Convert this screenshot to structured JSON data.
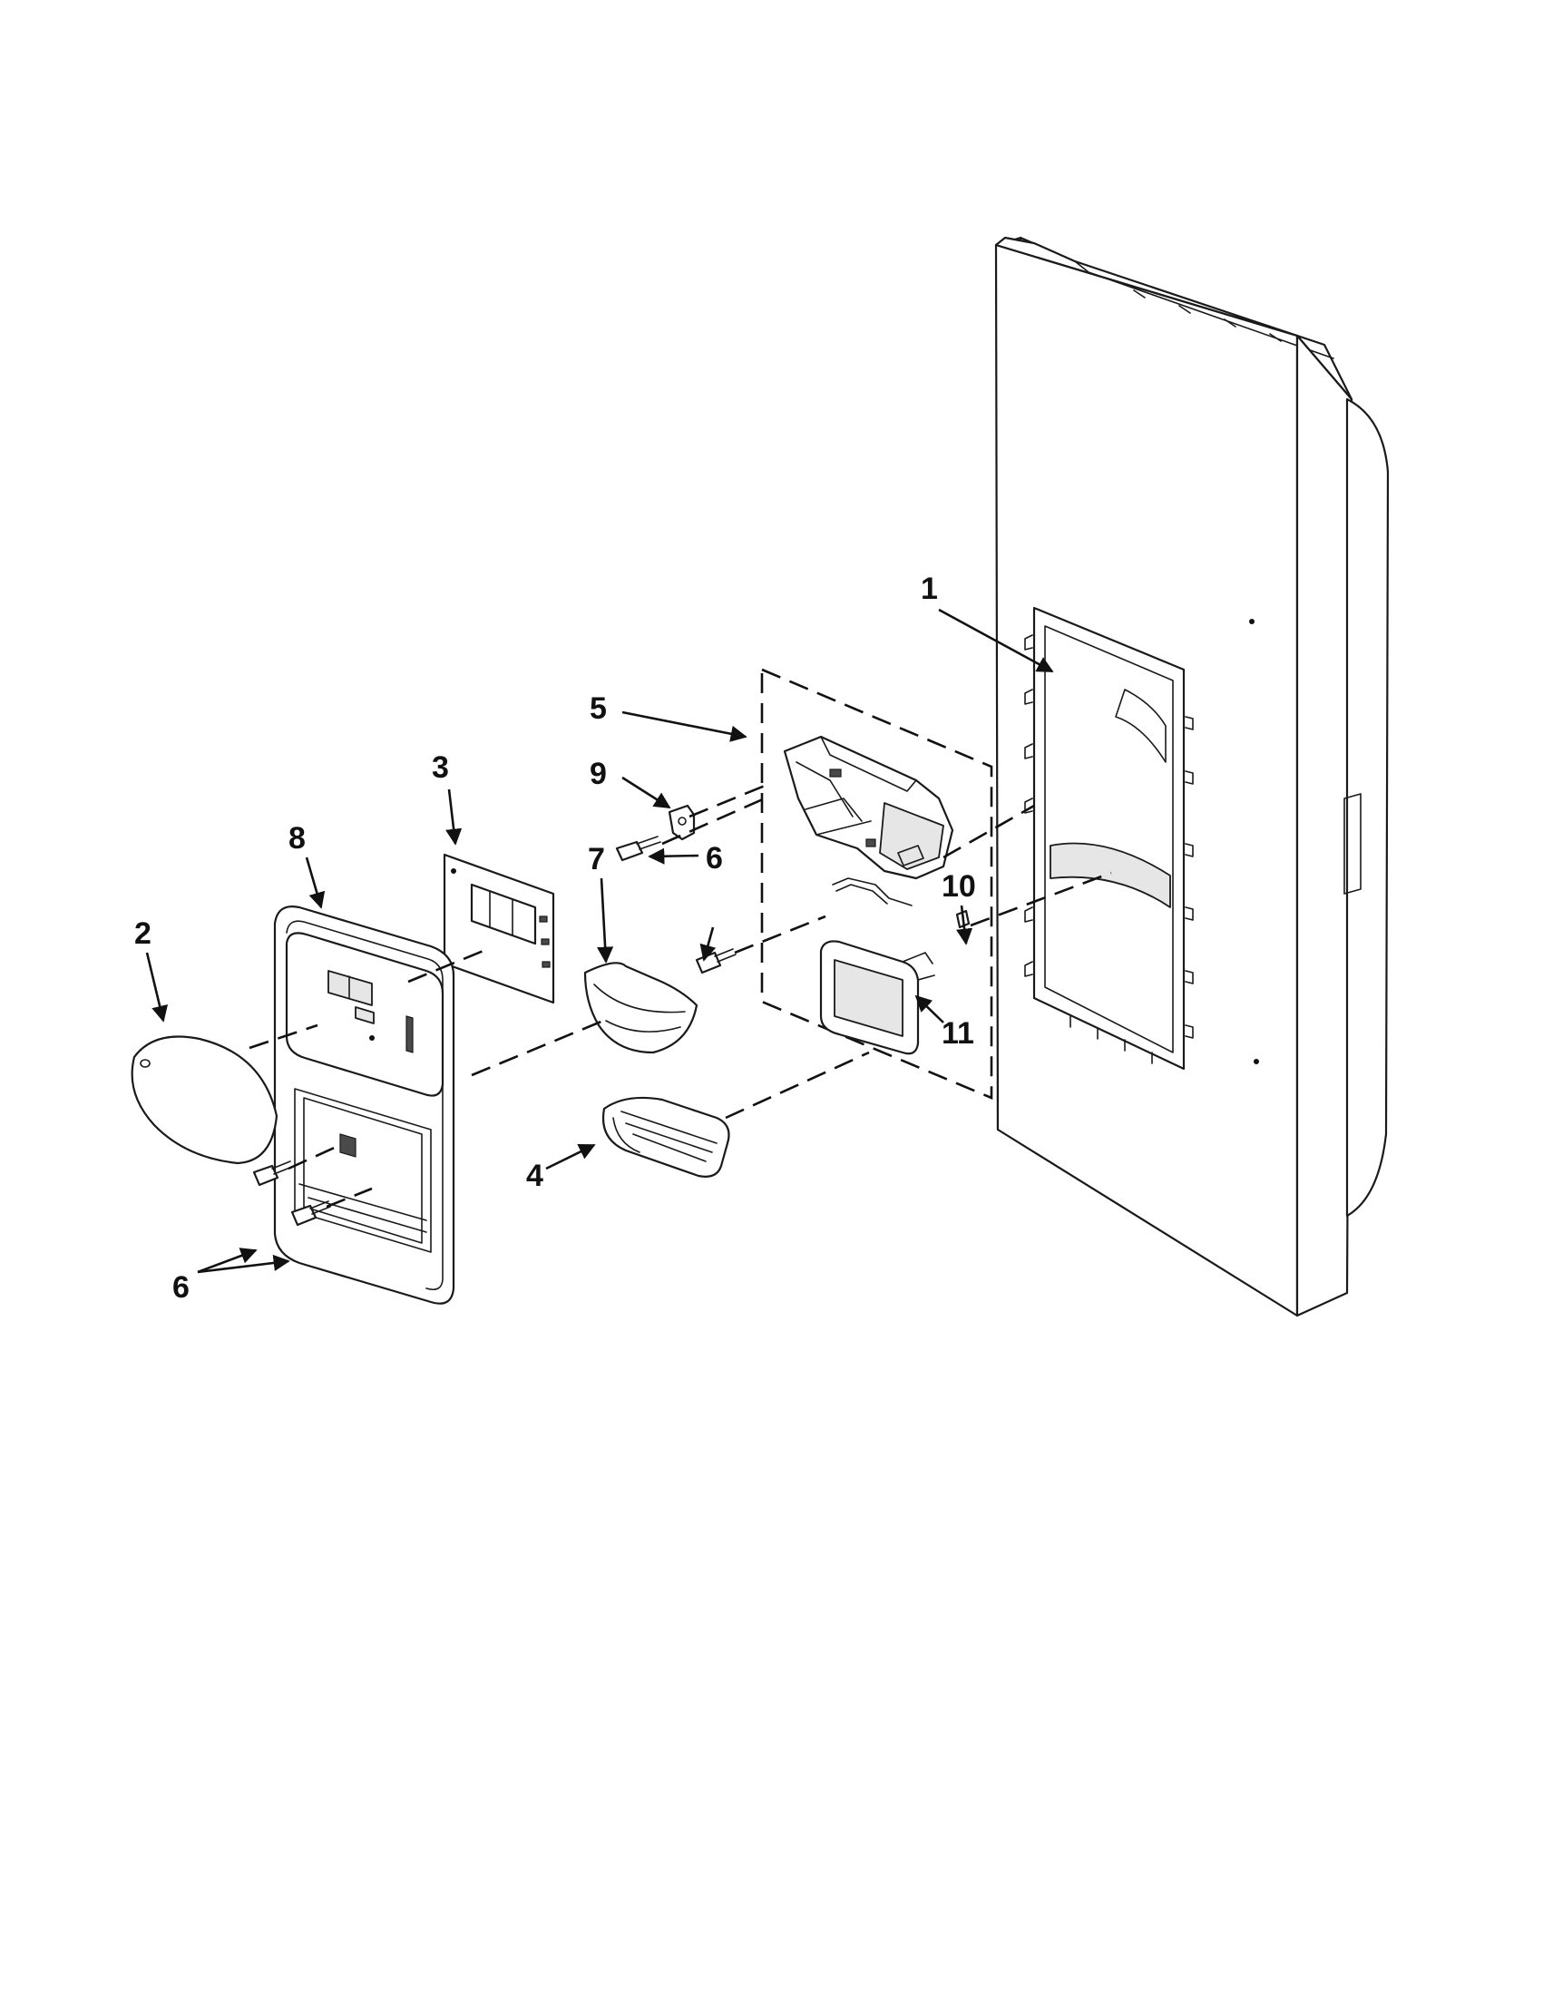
{
  "callouts": {
    "c1": "1",
    "c2": "2",
    "c3": "3",
    "c4": "4",
    "c5": "5",
    "c6a": "6",
    "c6b": "6",
    "c7": "7",
    "c8": "8",
    "c9": "9",
    "c10": "10",
    "c11": "11"
  },
  "colors": {
    "line": "#1a1a1a",
    "background": "#ffffff",
    "shade": "#e6e6e6"
  }
}
